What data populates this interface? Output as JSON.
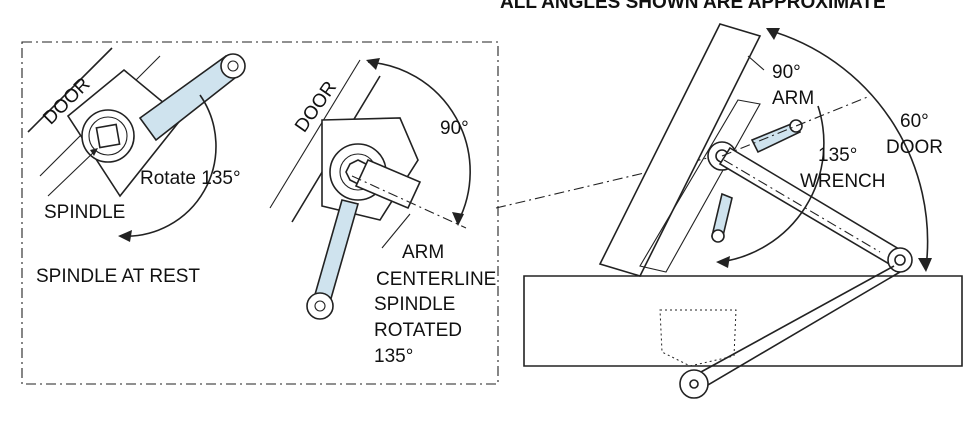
{
  "header": {
    "note": "ALL ANGLES SHOWN ARE APPROXIMATE"
  },
  "left_panel": {
    "door_label": "DOOR",
    "rotate_label": "Rotate 135°",
    "spindle_label": "SPINDLE",
    "caption": "SPINDLE AT REST"
  },
  "middle_panel": {
    "door_label": "DOOR",
    "angle_label": "90°",
    "arm_label": "ARM",
    "centerline_label": "CENTERLINE",
    "caption_line1": "SPINDLE",
    "caption_line2": "ROTATED",
    "caption_line3": "135°"
  },
  "right_panel": {
    "arm_angle": "90°",
    "arm_label": "ARM",
    "wrench_angle": "135°",
    "wrench_label": "WRENCH",
    "door_angle": "60°",
    "door_label": "DOOR"
  },
  "colors": {
    "accent_fill": "#cfe3ee",
    "line": "#222222"
  }
}
